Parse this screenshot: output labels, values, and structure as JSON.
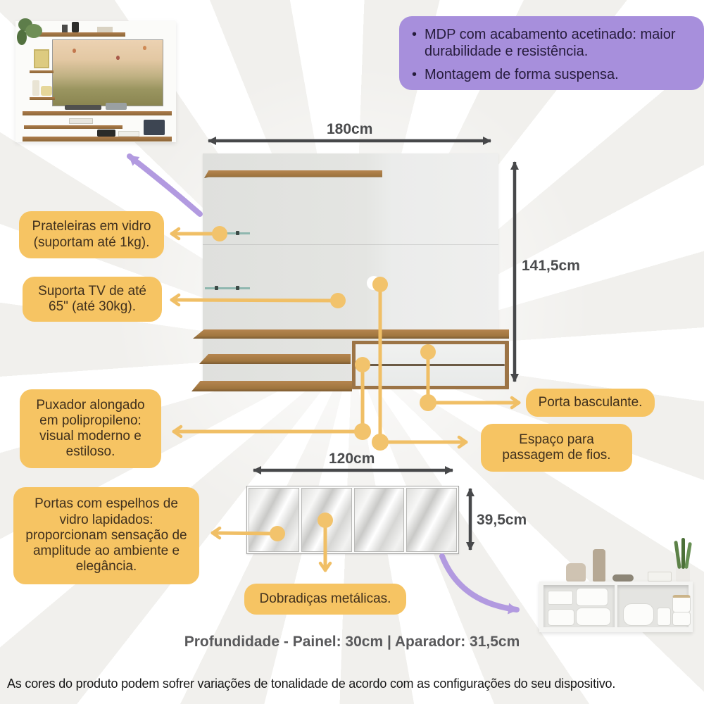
{
  "info_box": {
    "bullets": [
      "MDP com acabamento acetinado: maior durabilidade e resistência.",
      "Montagem de forma suspensa."
    ]
  },
  "panel_diagram": {
    "width_label": "180cm",
    "height_label": "141,5cm"
  },
  "aparador_diagram": {
    "width_label": "120cm",
    "height_label": "39,5cm"
  },
  "labels": {
    "prateleiras": "Prateleiras em vidro (suportam até 1kg).",
    "suporta_tv": "Suporta TV de até 65\" (até 30kg).",
    "puxador": "Puxador alongado em polipropileno: visual moderno e estiloso.",
    "porta_basculante": "Porta basculante.",
    "espaco_fios": "Espaço para passagem de fios.",
    "portas_espelhos": "Portas com espelhos de vidro lapidados: proporcionam sensação de amplitude ao ambiente e elegância.",
    "dobradicas": "Dobradiças metálicas."
  },
  "footer": {
    "depth_info": "Profundidade - Painel: 30cm | Aparador: 31,5cm",
    "disclaimer": "As cores do produto podem sofrer variações de tonalidade de acordo com as configurações do seu dispositivo."
  },
  "colors": {
    "callout_yellow": "#f6c463",
    "leader_yellow": "#f0bf66",
    "info_purple": "#a78fdc",
    "arrow_purple": "#b29ae0",
    "dimension_gray": "#47484a",
    "wood": "#a0763f",
    "label_text": "#40301d"
  },
  "bullet_glyph": "•"
}
